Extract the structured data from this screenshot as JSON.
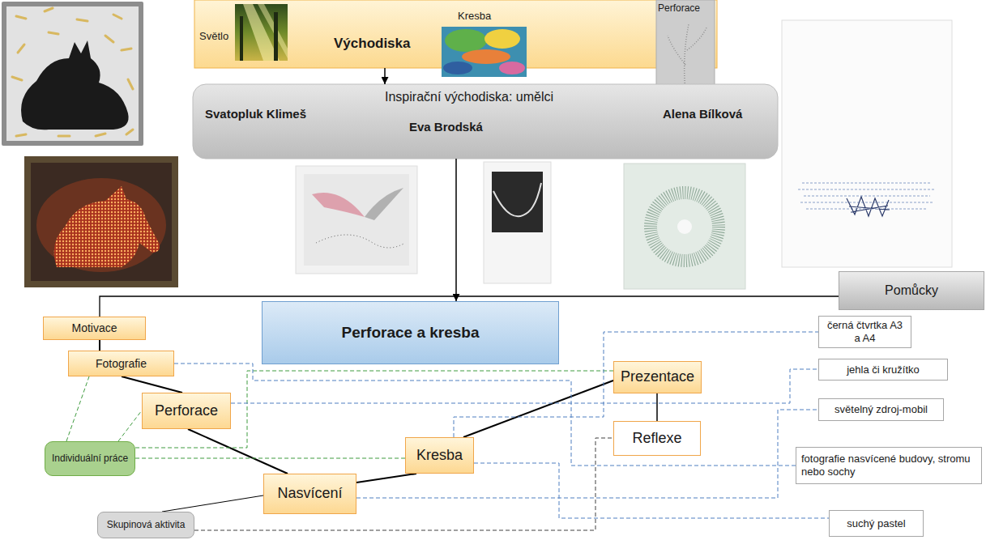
{
  "diagram": {
    "nodes": [
      {
        "text": [
          "Světlo",
          "Východiska",
          "Kresba",
          "Perforace"
        ]
      },
      {
        "text": [
          "Inspirační východiska: umělci",
          "Svatopluk Klimeš",
          "Eva Brodská",
          "Alena Bílková"
        ]
      },
      {
        "text": [
          "Perforace a kresba"
        ]
      },
      {
        "text": [
          "Pomůcky"
        ]
      },
      {
        "text": [
          "Motivace"
        ]
      },
      {
        "text": [
          "Fotografie"
        ]
      },
      {
        "text": [
          "Perforace"
        ]
      },
      {
        "text": [
          "Individuální práce"
        ]
      },
      {
        "text": [
          "Nasvícení"
        ]
      },
      {
        "text": [
          "Skupinová aktivita"
        ]
      },
      {
        "text": [
          "Kresba"
        ]
      },
      {
        "text": [
          "Prezentace"
        ]
      },
      {
        "text": [
          "Reflexe"
        ]
      },
      {
        "text": [
          "černá čtvrtka A3 a A4"
        ]
      },
      {
        "text": [
          "jehla či kružítko"
        ]
      },
      {
        "text": [
          "světelný zdroj-mobil"
        ]
      },
      {
        "text": [
          "fotografie nasvícené budovy, stromu nebo sochy"
        ]
      },
      {
        "text": [
          "suchý pastel"
        ]
      }
    ],
    "edges": [
      {
        "from": 0,
        "to": 1,
        "arrow": "to"
      },
      {
        "from": 1,
        "to": 2,
        "arrow": "to"
      },
      {
        "from": 3,
        "to": 4,
        "arrow": "none"
      },
      {
        "from": 4,
        "to": 5,
        "arrow": "none"
      },
      {
        "from": 5,
        "to": 6,
        "arrow": "none"
      },
      {
        "from": 6,
        "to": 8,
        "arrow": "none"
      },
      {
        "from": 8,
        "to": 10,
        "arrow": "none"
      },
      {
        "from": 10,
        "to": 11,
        "arrow": "none"
      },
      {
        "from": 11,
        "to": 12,
        "arrow": "none"
      },
      {
        "from": 9,
        "to": 8,
        "arrow": "none"
      },
      {
        "from": 7,
        "to": 5,
        "arrow": "none"
      },
      {
        "from": 7,
        "to": 6,
        "arrow": "none"
      },
      {
        "from": 7,
        "to": 10,
        "arrow": "none"
      },
      {
        "from": 7,
        "to": 11,
        "arrow": "none"
      },
      {
        "from": 9,
        "to": 12,
        "arrow": "none"
      },
      {
        "from": 5,
        "to": 16,
        "arrow": "none"
      },
      {
        "from": 6,
        "to": 14,
        "arrow": "none"
      },
      {
        "from": 10,
        "to": 13,
        "arrow": "none"
      },
      {
        "from": 10,
        "to": 17,
        "arrow": "none"
      },
      {
        "from": 8,
        "to": 15,
        "arrow": "none"
      }
    ]
  }
}
